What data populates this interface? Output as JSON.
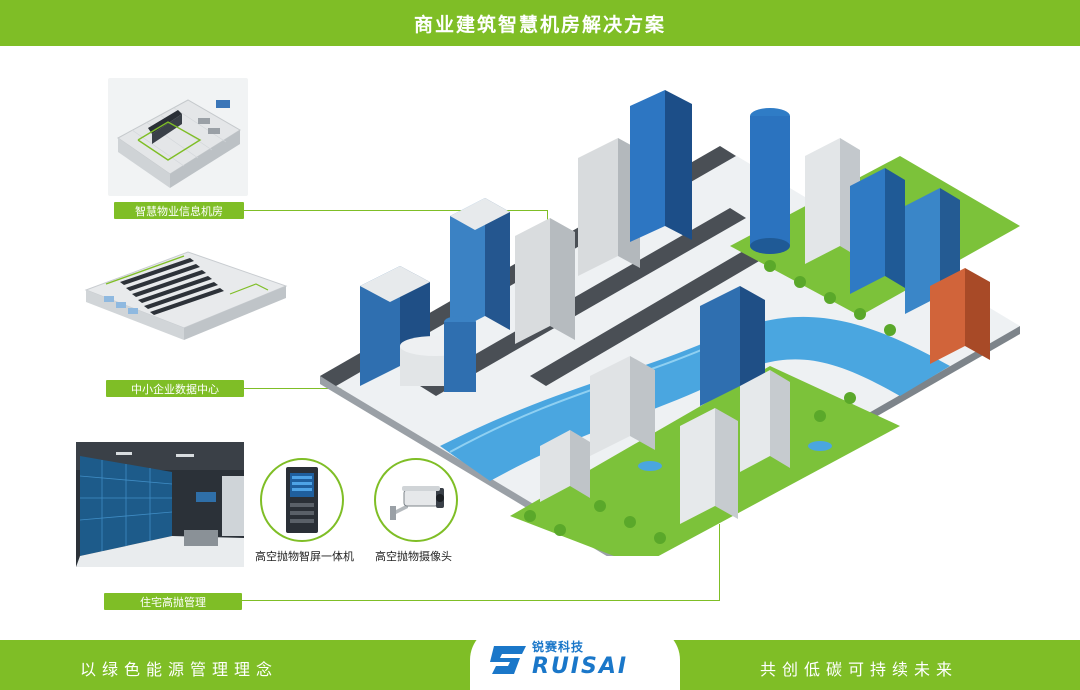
{
  "header": {
    "title": "商业建筑智慧机房解决方案"
  },
  "labels": {
    "property_room": "智慧物业信息机房",
    "sme_datacenter": "中小企业数据中心",
    "residential": "住宅高抛管理"
  },
  "devices": {
    "kiosk": "高空抛物智屏一体机",
    "camera": "高空抛物摄像头"
  },
  "footer": {
    "left_slogan": "以绿色能源管理理念",
    "right_slogan": "共创低碳可持续未来"
  },
  "logo": {
    "cn": "锐赛科技",
    "en": "RUISAI"
  },
  "colors": {
    "brand_green": "#7fbe26",
    "logo_blue": "#1a77c9",
    "water": "#4aa6e0"
  }
}
